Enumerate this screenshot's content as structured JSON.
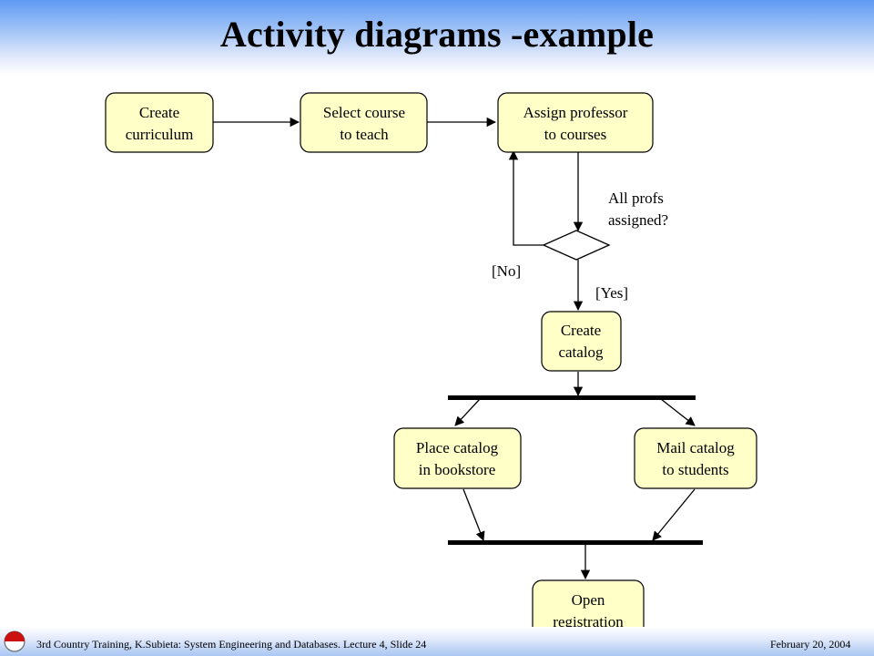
{
  "slide": {
    "title": "Activity diagrams -example"
  },
  "diagram": {
    "nodes": [
      {
        "id": "create_curriculum",
        "lines": [
          "Create",
          "curriculum"
        ]
      },
      {
        "id": "select_course",
        "lines": [
          "Select course",
          "to teach"
        ]
      },
      {
        "id": "assign_professor",
        "lines": [
          "Assign professor",
          "to courses"
        ]
      },
      {
        "id": "create_catalog",
        "lines": [
          "Create",
          "catalog"
        ]
      },
      {
        "id": "place_catalog",
        "lines": [
          "Place catalog",
          "in bookstore"
        ]
      },
      {
        "id": "mail_catalog",
        "lines": [
          "Mail catalog",
          "to students"
        ]
      },
      {
        "id": "open_registration",
        "lines": [
          "Open",
          "registration"
        ]
      }
    ],
    "decision": {
      "question_lines": [
        "All profs",
        "assigned?"
      ]
    },
    "guards": {
      "no": "[No]",
      "yes": "[Yes]"
    },
    "colors": {
      "node_fill": "#ffffc8",
      "stroke": "#000000"
    }
  },
  "footer": {
    "left_text": "3rd Country Training, K.Subieta: System Engineering  and Databases. Lecture 4, Slide  24",
    "right_text": "February 20, 2004"
  }
}
